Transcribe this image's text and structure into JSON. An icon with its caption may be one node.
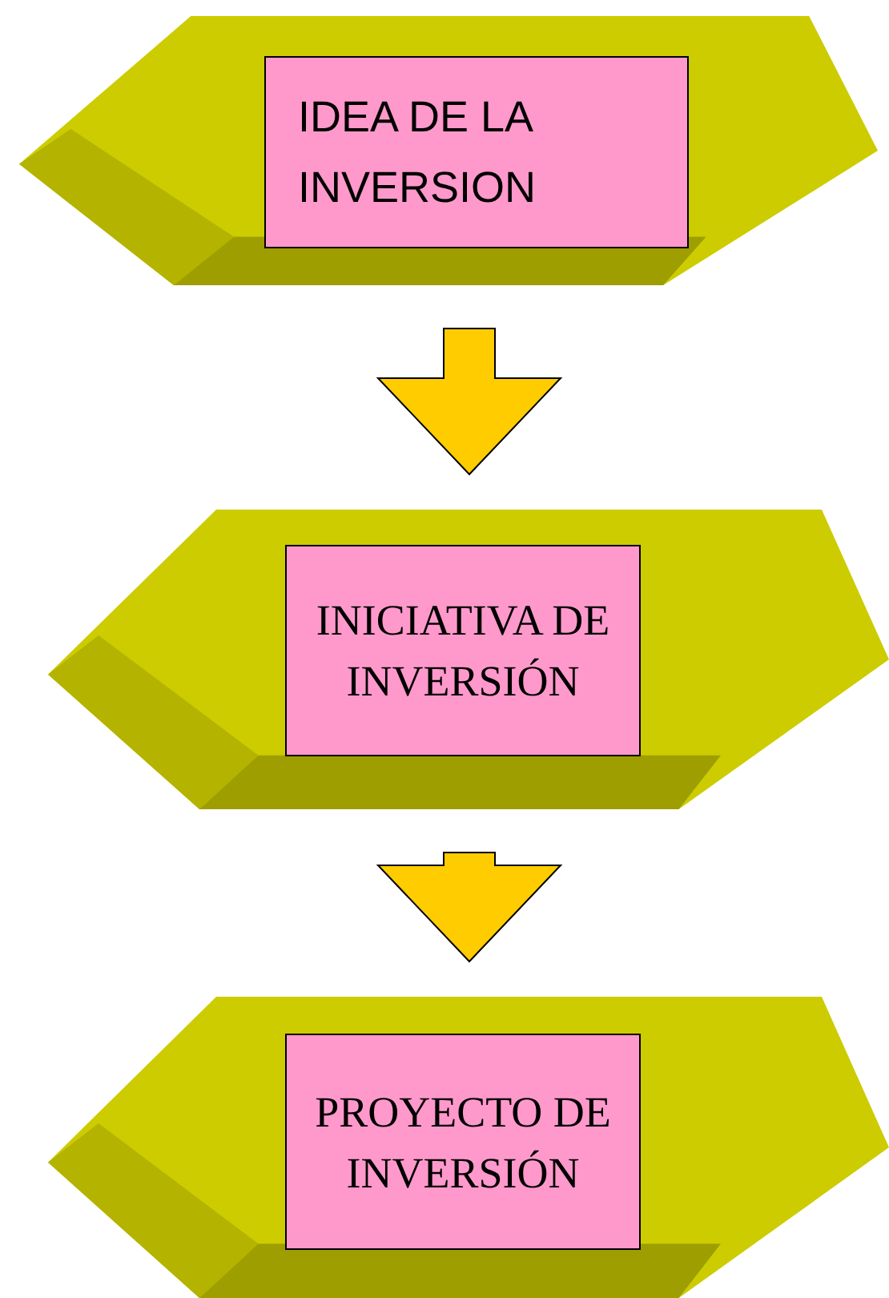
{
  "diagram": {
    "nodes": [
      {
        "text": [],
        "shape": "hexagon"
      },
      {
        "text": [
          "IDEA DE LA INVERSION"
        ],
        "in": 0
      },
      {
        "text": [],
        "shape": "hexagon"
      },
      {
        "text": [
          "INICIATIVA DE INVERSIÓN"
        ],
        "in": 2
      },
      {
        "text": [],
        "shape": "hexagon"
      },
      {
        "text": [
          "PROYECTO DE INVERSIÓN"
        ],
        "in": 4
      }
    ],
    "edges": [
      {
        "from": 0,
        "to": 2,
        "arrow": "to"
      },
      {
        "from": 2,
        "to": 4,
        "arrow": "to"
      }
    ]
  }
}
